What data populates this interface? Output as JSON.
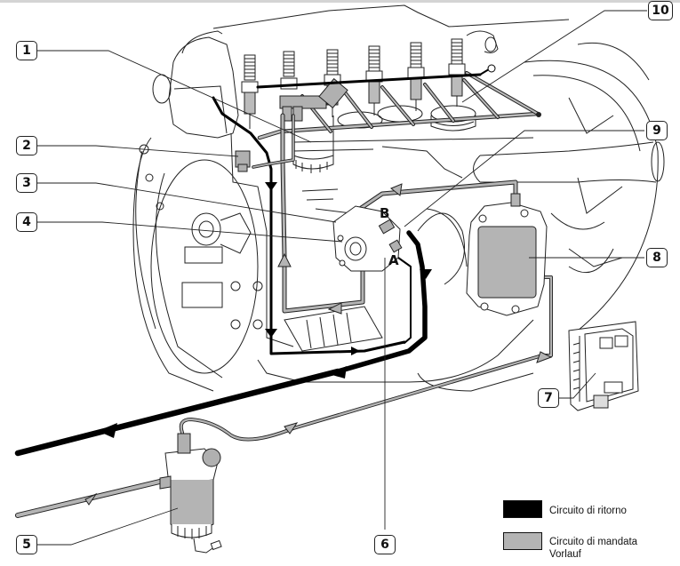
{
  "diagram": {
    "subject": "Engine fuel system (common rail) schematic",
    "callouts": [
      {
        "id": "1",
        "label": "1"
      },
      {
        "id": "2",
        "label": "2"
      },
      {
        "id": "3",
        "label": "3"
      },
      {
        "id": "4",
        "label": "4"
      },
      {
        "id": "5",
        "label": "5"
      },
      {
        "id": "6",
        "label": "6"
      },
      {
        "id": "7",
        "label": "7"
      },
      {
        "id": "8",
        "label": "8"
      },
      {
        "id": "9",
        "label": "9"
      },
      {
        "id": "10",
        "label": "10"
      }
    ],
    "point_labels": {
      "a": "A",
      "b": "B"
    },
    "legend": {
      "items": [
        {
          "label": "Circuito di ritorno",
          "color": "#000000"
        },
        {
          "label": "Circuito di mandata",
          "label2": "Vorlauf",
          "color": "#b4b4b4"
        }
      ]
    },
    "colors": {
      "return_line": "#000000",
      "supply_line": "#a8a8a8",
      "component_fill": "#b8b8b8",
      "outline": "#222222"
    }
  }
}
